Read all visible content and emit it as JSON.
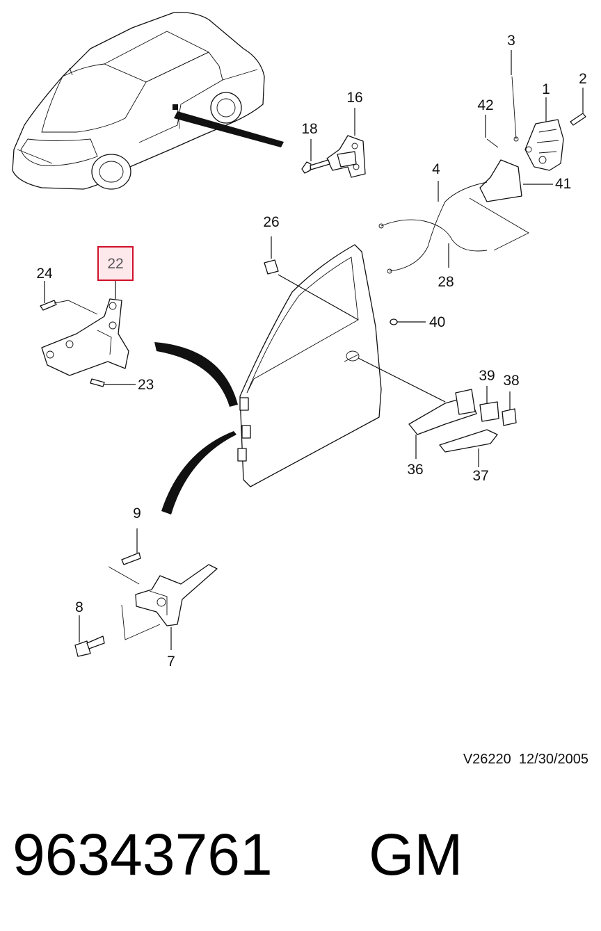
{
  "callouts": [
    "1",
    "2",
    "3",
    "4",
    "7",
    "8",
    "9",
    "16",
    "18",
    "22",
    "23",
    "24",
    "26",
    "28",
    "36",
    "37",
    "38",
    "39",
    "40",
    "41",
    "42"
  ],
  "highlight": {
    "label": "22",
    "fill": "#fde8ec",
    "stroke": "#d0102a"
  },
  "reference": "V26220  12/30/2005",
  "part_number": "96343761",
  "brand": "GM"
}
